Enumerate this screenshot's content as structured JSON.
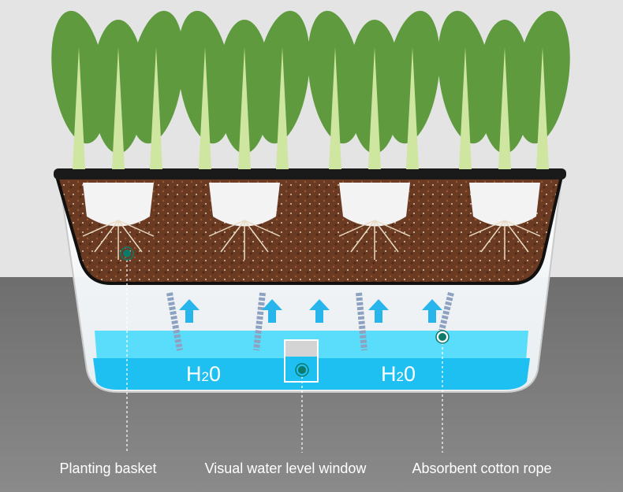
{
  "labels": {
    "planting_basket": "Planting basket",
    "water_window": "Visual water level window",
    "cotton_rope": "Absorbent cotton rope"
  },
  "water_text": {
    "h": "H",
    "sub": "2",
    "o": "0"
  },
  "colors": {
    "wall": "#e4e4e4",
    "floor": "#7d7d7d",
    "leaf": "#5f9b3e",
    "stem": "#cfe6a0",
    "soil": "#6b3a22",
    "water": "#1ec0f2",
    "water_top": "#5adcfb",
    "accent_dot": "#0e7a6a"
  }
}
